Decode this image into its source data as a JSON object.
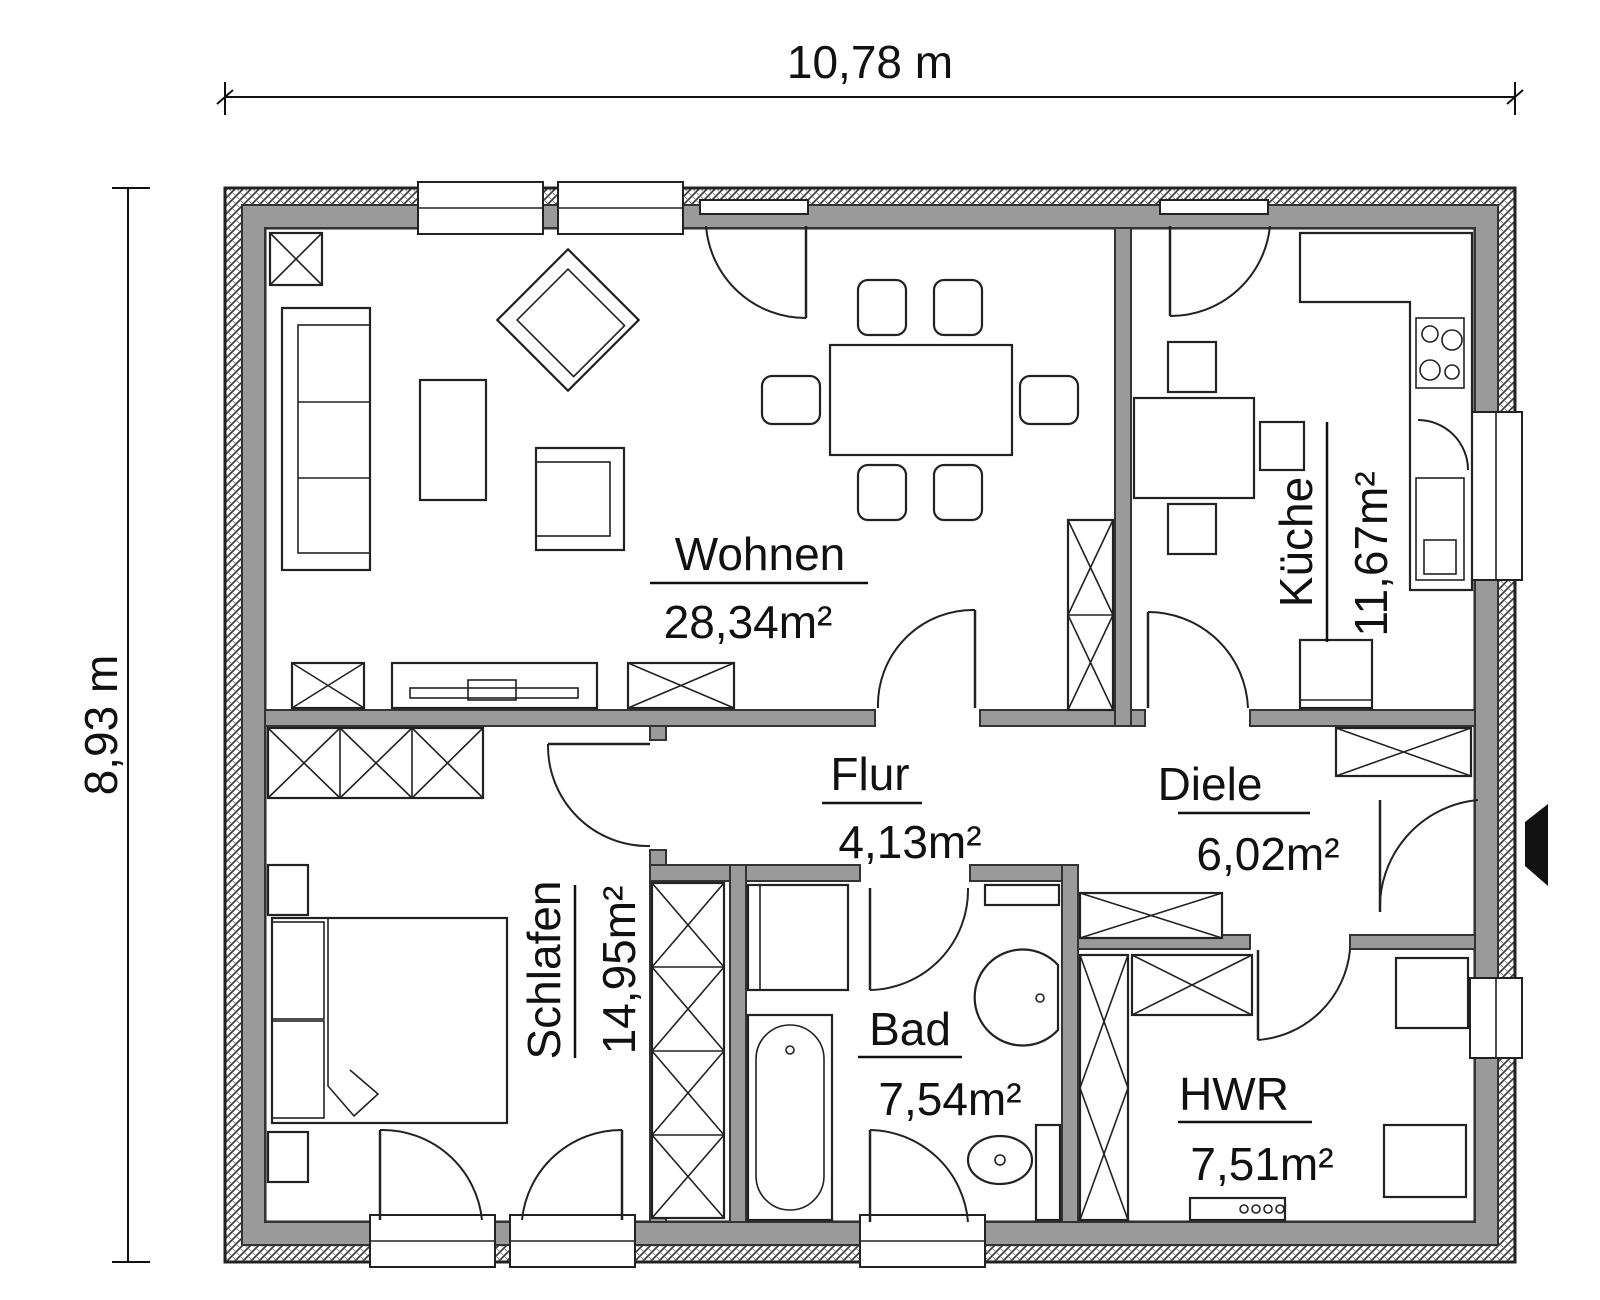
{
  "dimensions": {
    "width_label": "10,78 m",
    "height_label": "8,93 m"
  },
  "rooms": {
    "wohnen": {
      "name": "Wohnen",
      "area": "28,34m²"
    },
    "kueche": {
      "name": "Küche",
      "area": "11,67m²"
    },
    "flur": {
      "name": "Flur",
      "area": "4,13m²"
    },
    "diele": {
      "name": "Diele",
      "area": "6,02m²"
    },
    "schlafen": {
      "name": "Schlafen",
      "area": "14,95m²"
    },
    "bad": {
      "name": "Bad",
      "area": "7,54m²"
    },
    "hwr": {
      "name": "HWR",
      "area": "7,51m²"
    }
  },
  "colors": {
    "wall_fill": "#9a9a9a",
    "line": "#222222",
    "background": "#ffffff"
  }
}
